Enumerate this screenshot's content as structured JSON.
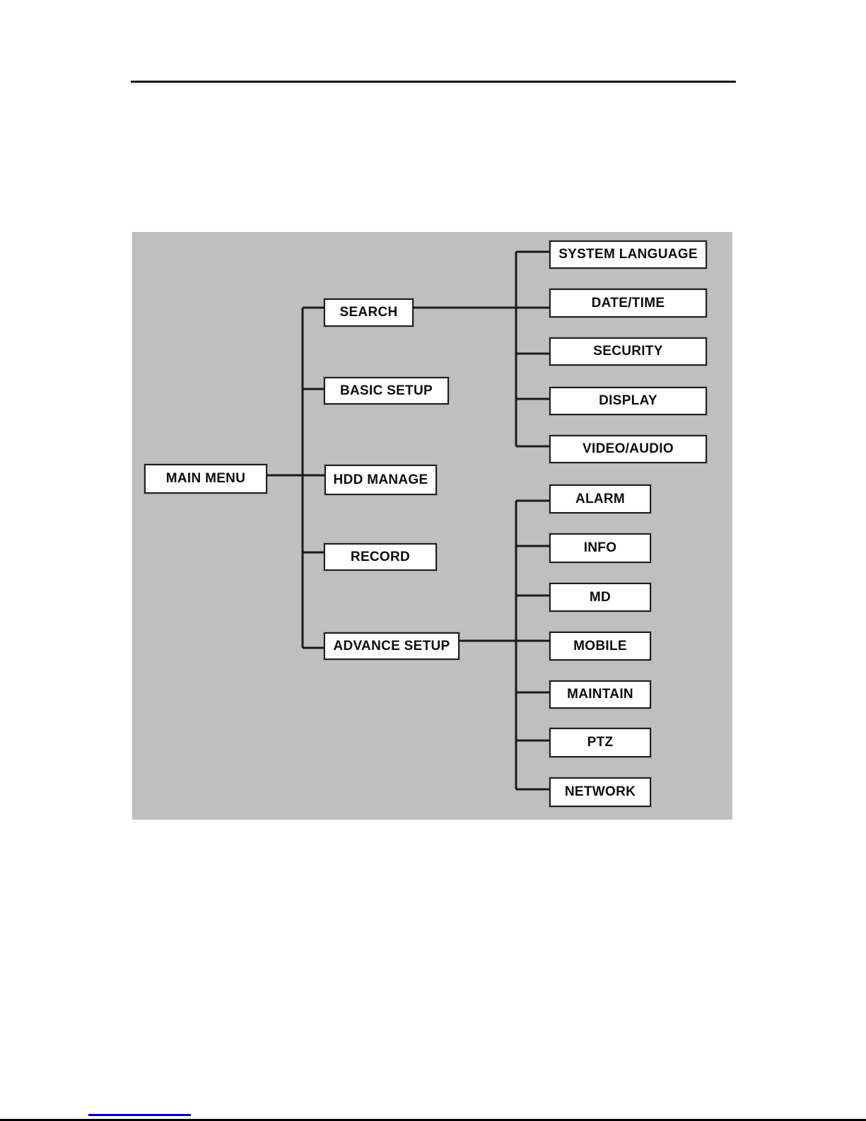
{
  "colors": {
    "panel_gray": "#bfbfbf",
    "line_black": "#1a1a1a",
    "box_border": "#1f1f1f",
    "link_blue": "#0000cc"
  },
  "diagram": {
    "root": {
      "label": "MAIN MENU"
    },
    "level2": [
      {
        "label": "SEARCH"
      },
      {
        "label": "BASIC SETUP"
      },
      {
        "label": "HDD MANAGE"
      },
      {
        "label": "RECORD"
      },
      {
        "label": "ADVANCE SETUP"
      }
    ],
    "right_top": [
      {
        "label": "SYSTEM LANGUAGE"
      },
      {
        "label": "DATE/TIME"
      },
      {
        "label": "SECURITY"
      },
      {
        "label": "DISPLAY"
      },
      {
        "label": "VIDEO/AUDIO"
      }
    ],
    "right_bottom": [
      {
        "label": "ALARM"
      },
      {
        "label": "INFO"
      },
      {
        "label": "MD"
      },
      {
        "label": "MOBILE"
      },
      {
        "label": "MAINTAIN"
      },
      {
        "label": "PTZ"
      },
      {
        "label": "NETWORK"
      }
    ]
  }
}
